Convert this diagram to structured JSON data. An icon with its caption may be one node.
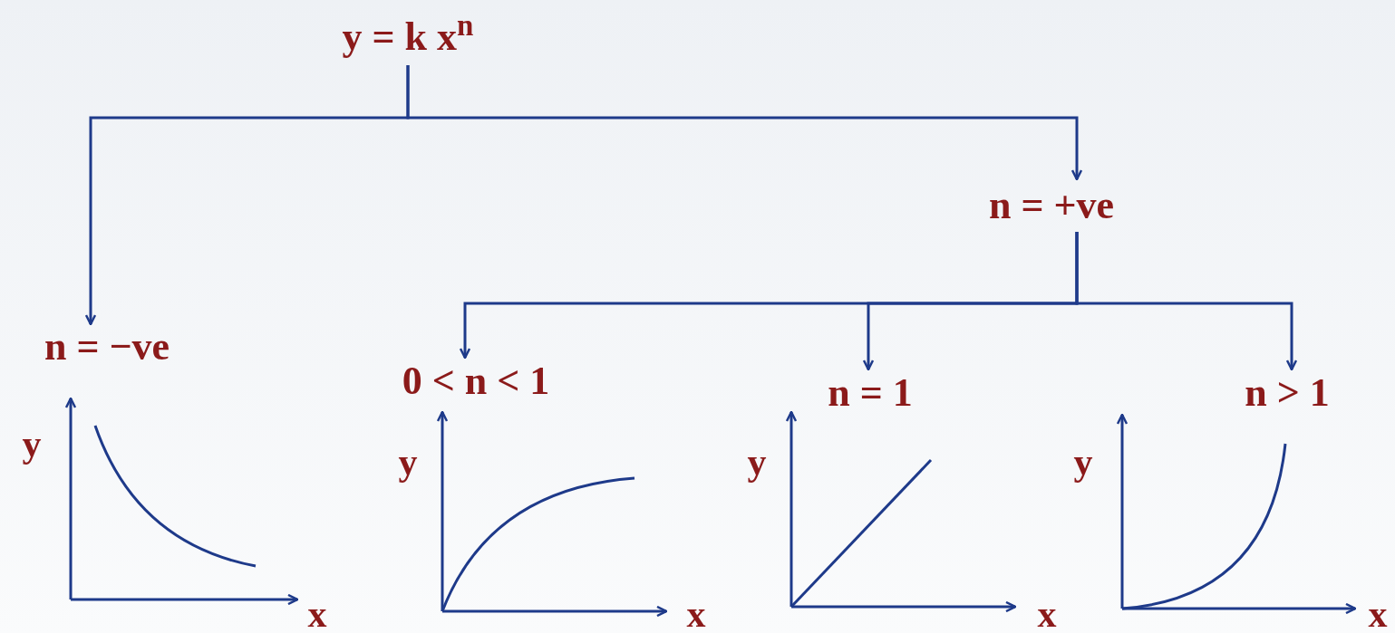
{
  "diagram": {
    "nodes": [
      {
        "text": [
          "y = k x$^{n}$"
        ]
      },
      {
        "text": [
          "n = −ve"
        ]
      },
      {
        "text": [
          "n = +ve"
        ]
      },
      {
        "text": [
          "0 < n < 1"
        ]
      },
      {
        "text": [
          "n = 1"
        ]
      },
      {
        "text": [
          "n > 1"
        ]
      }
    ],
    "edges": [
      {
        "from": 0,
        "to": 1,
        "arrow": "to"
      },
      {
        "from": 0,
        "to": 2,
        "arrow": "to"
      },
      {
        "from": 2,
        "to": 3,
        "arrow": "to"
      },
      {
        "from": 2,
        "to": 4,
        "arrow": "to"
      },
      {
        "from": 2,
        "to": 5,
        "arrow": "to"
      }
    ],
    "labels": [
      "y",
      "x",
      "y",
      "x",
      "y",
      "x",
      "y",
      "x"
    ]
  }
}
